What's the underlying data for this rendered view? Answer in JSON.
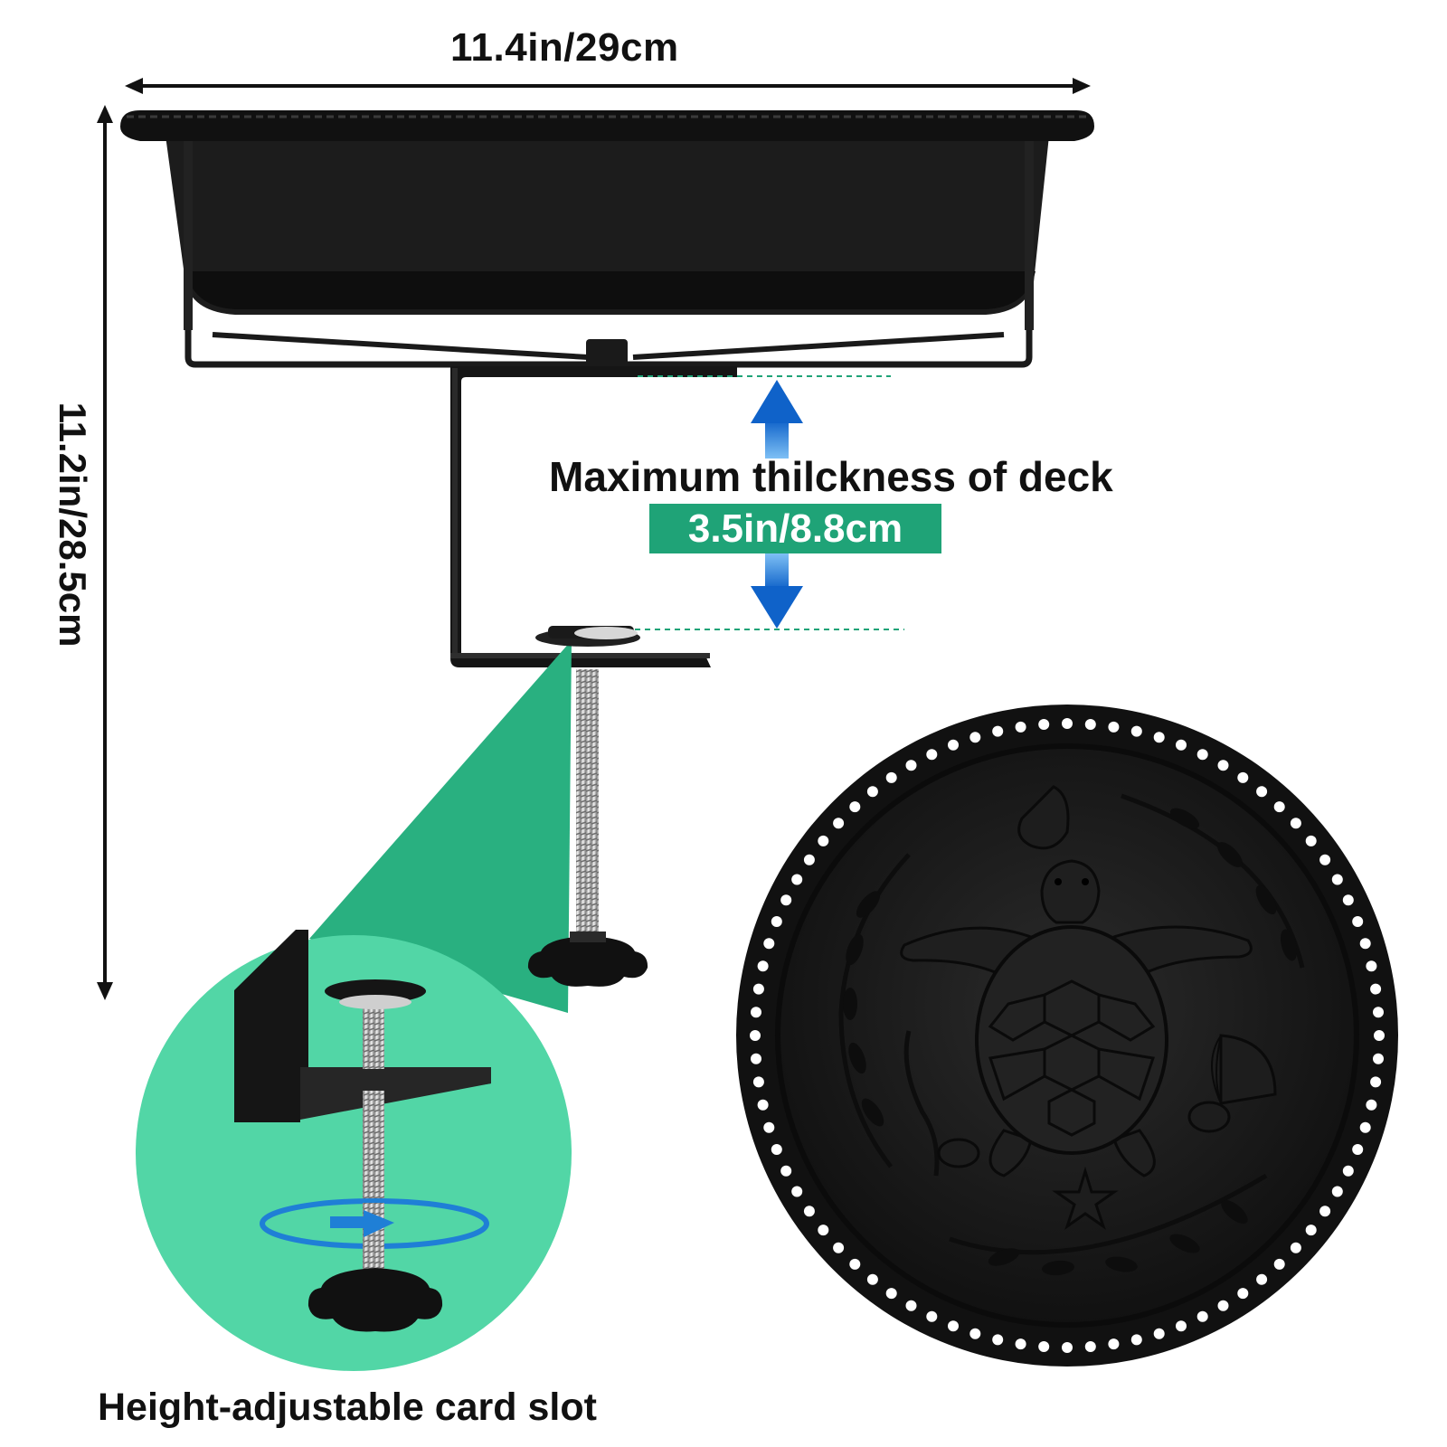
{
  "dimensions": {
    "width": "11.4in/29cm",
    "height": "11.2in/28.5cm"
  },
  "deck": {
    "label": "Maximum thilckness of deck",
    "value": "3.5in/8.8cm"
  },
  "caption": "Height-adjustable card slot",
  "colors": {
    "product": "#151515",
    "accent_green": "#1fa377",
    "zoom_green": "#52d6a6",
    "arrow_blue": "#1f7fd6",
    "text": "#111111"
  },
  "icons": [
    "turtle-emblem-icon",
    "seashell-icon",
    "starfish-icon",
    "seaweed-icon",
    "rotate-arrow-icon"
  ]
}
